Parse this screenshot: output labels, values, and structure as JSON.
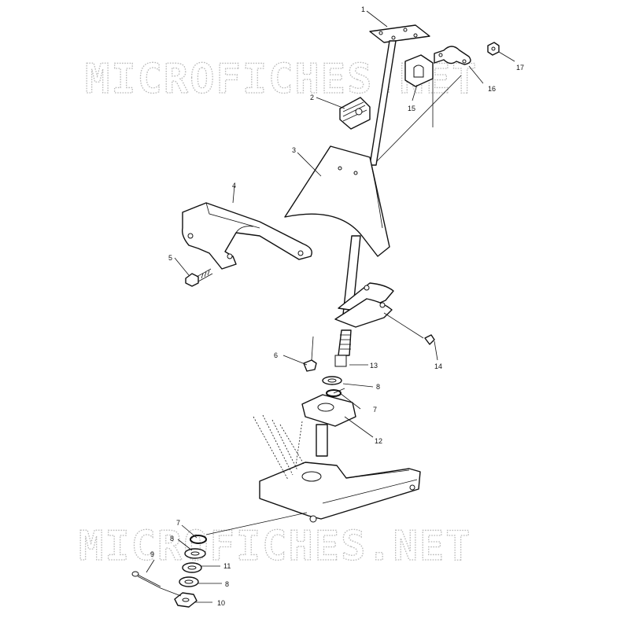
{
  "watermark": {
    "text": "MICROFICHES.NET"
  },
  "callouts": [
    {
      "id": "c1",
      "label": "1"
    },
    {
      "id": "c2",
      "label": "2"
    },
    {
      "id": "c3",
      "label": "3"
    },
    {
      "id": "c4",
      "label": "4"
    },
    {
      "id": "c5",
      "label": "5"
    },
    {
      "id": "c6",
      "label": "6"
    },
    {
      "id": "c7a",
      "label": "7"
    },
    {
      "id": "c7b",
      "label": "7"
    },
    {
      "id": "c8a",
      "label": "8"
    },
    {
      "id": "c8b",
      "label": "8"
    },
    {
      "id": "c8c",
      "label": "8"
    },
    {
      "id": "c9",
      "label": "9"
    },
    {
      "id": "c10",
      "label": "10"
    },
    {
      "id": "c11",
      "label": "11"
    },
    {
      "id": "c12",
      "label": "12"
    },
    {
      "id": "c13",
      "label": "13"
    },
    {
      "id": "c14",
      "label": "14"
    },
    {
      "id": "c15",
      "label": "15"
    },
    {
      "id": "c16",
      "label": "16"
    },
    {
      "id": "c17",
      "label": "17"
    }
  ]
}
